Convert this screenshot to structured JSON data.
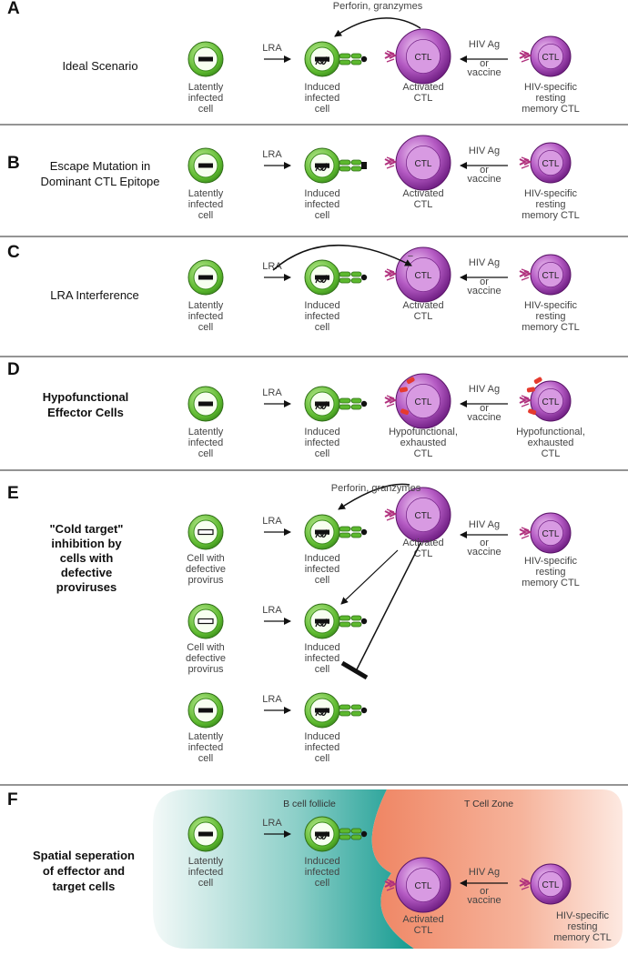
{
  "labels": {
    "latent": [
      "Latently",
      "infected",
      "cell"
    ],
    "induced": [
      "Induced",
      "infected",
      "cell"
    ],
    "defective": [
      "Cell with",
      "defective",
      "provirus"
    ],
    "activated": [
      "Activated",
      "CTL"
    ],
    "memory": [
      "HIV-specific",
      "resting",
      "memory CTL"
    ],
    "memory_f": [
      "HIV-specific",
      "resting",
      "memory CTL"
    ],
    "hypo": [
      "Hypofunctional,",
      "exhausted",
      "CTL"
    ],
    "ctl_inner": "CTL",
    "lra": "LRA",
    "hivag": [
      "HIV Ag",
      "or",
      "vaccine"
    ],
    "perforin": "Perforin, granzymes"
  },
  "panels": [
    {
      "id": "A",
      "title": [
        "Ideal Scenario"
      ],
      "bold": false
    },
    {
      "id": "B",
      "title": [
        "Escape Mutation in",
        "Dominant CTL Epitope"
      ],
      "bold": false
    },
    {
      "id": "C",
      "title": [
        "LRA Interference"
      ],
      "bold": false
    },
    {
      "id": "D",
      "title": [
        "Hypofunctional",
        "Effector Cells"
      ],
      "bold": true
    },
    {
      "id": "E",
      "title": [
        "\"Cold target\"",
        "inhibition by",
        "cells with",
        "defective",
        "proviruses"
      ],
      "bold": true
    },
    {
      "id": "F",
      "title": [
        "Spatial seperation",
        "of effector and",
        "target cells"
      ],
      "bold": true
    }
  ],
  "zones": {
    "b_follicle": "B cell follicle",
    "t_zone": "T Cell Zone"
  },
  "colors": {
    "green": "#5cb82e",
    "green_light": "#c3ef9a",
    "purple": "#8a2a9a",
    "purple_light": "#e9b6f0",
    "receptor": "#b0307d",
    "teal": "#1aa096",
    "salmon": "#f28c6c"
  }
}
